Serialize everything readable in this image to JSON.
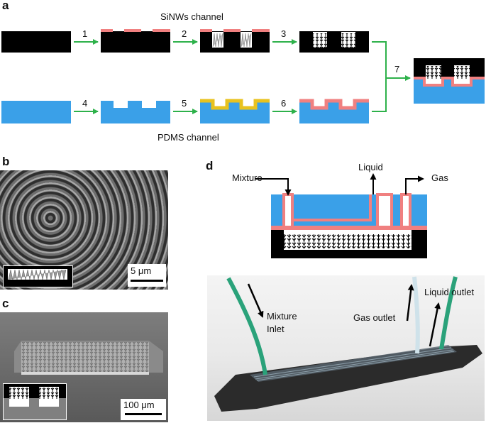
{
  "panels": {
    "a": {
      "letter": "a",
      "top_label": "SiNWs channel",
      "bottom_label": "PDMS channel",
      "steps": [
        "1",
        "2",
        "3",
        "4",
        "5",
        "6",
        "7"
      ]
    },
    "b": {
      "letter": "b",
      "scale_bar": "5 μm"
    },
    "c": {
      "letter": "c",
      "scale_bar": "100 μm"
    },
    "d": {
      "letter": "d",
      "schematic": {
        "mixture": "Mixture",
        "liquid": "Liquid",
        "gas": "Gas"
      },
      "photo": {
        "mixture_inlet_1": "Mixture",
        "mixture_inlet_2": "Inlet",
        "gas_outlet": "Gas outlet",
        "liquid_outlet": "Liquid outlet"
      }
    }
  },
  "colors": {
    "silicon": "#000000",
    "pdms": "#3aa0e8",
    "coating_pink": "#f08080",
    "coating_yellow": "#e8c21e",
    "arrow_green": "#2db14a"
  }
}
